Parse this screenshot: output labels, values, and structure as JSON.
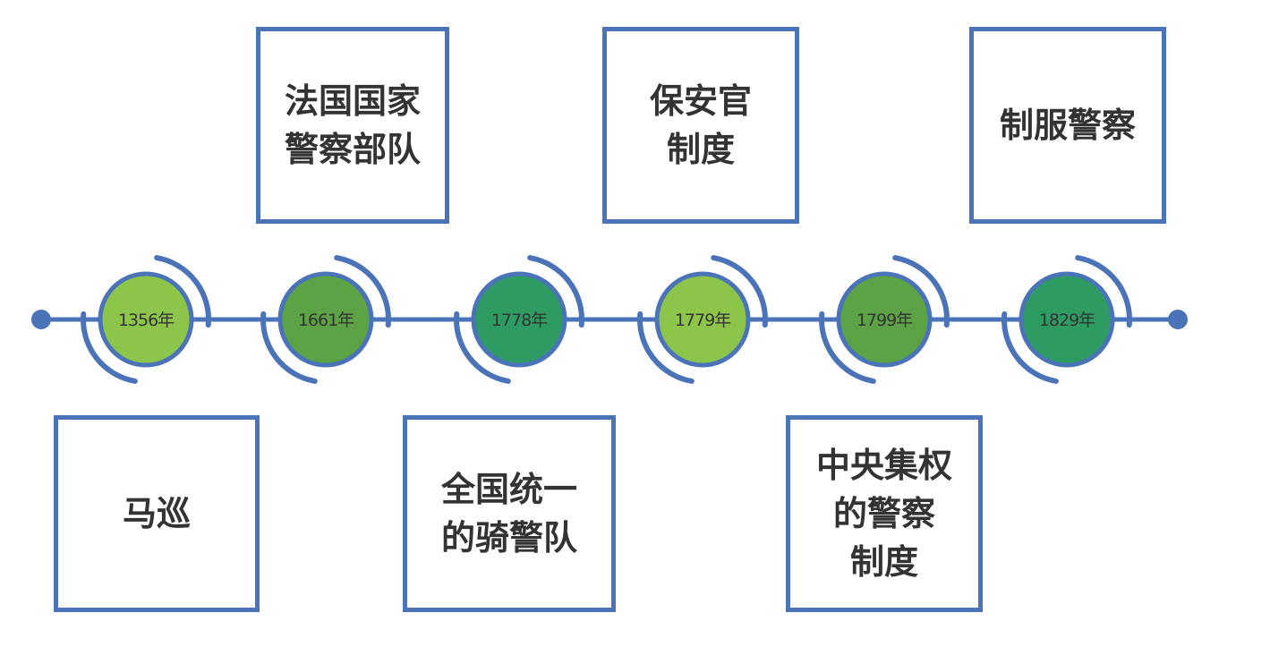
{
  "colors": {
    "line": "#4A73B8",
    "box_border": "#4A73B8",
    "text": "#333333",
    "light_green": "#8DC54B",
    "mid_green": "#5DA244",
    "teal_green": "#2E9C62"
  },
  "milestones": [
    {
      "year": "1356年",
      "fill": "#8DC54B",
      "arc": "down",
      "event_lines": [
        "马巡"
      ],
      "box_side": "below"
    },
    {
      "year": "1661年",
      "fill": "#5DA244",
      "arc": "down",
      "event_lines": [
        "法国国家",
        "警察部队"
      ],
      "box_side": "above"
    },
    {
      "year": "1778年",
      "fill": "#2E9C62",
      "arc": "up",
      "event_lines": [
        "全国统一",
        "的骑警队"
      ],
      "box_side": "below"
    },
    {
      "year": "1779年",
      "fill": "#8DC54B",
      "arc": "up",
      "event_lines": [
        "保安官",
        "制度"
      ],
      "box_side": "above"
    },
    {
      "year": "1799年",
      "fill": "#5DA244",
      "arc": "up",
      "event_lines": [
        "中央集权",
        "的警察",
        "制度"
      ],
      "box_side": "below"
    },
    {
      "year": "1829年",
      "fill": "#2E9C62",
      "arc": "up",
      "event_lines": [
        "制服警察"
      ],
      "box_side": "above"
    }
  ]
}
